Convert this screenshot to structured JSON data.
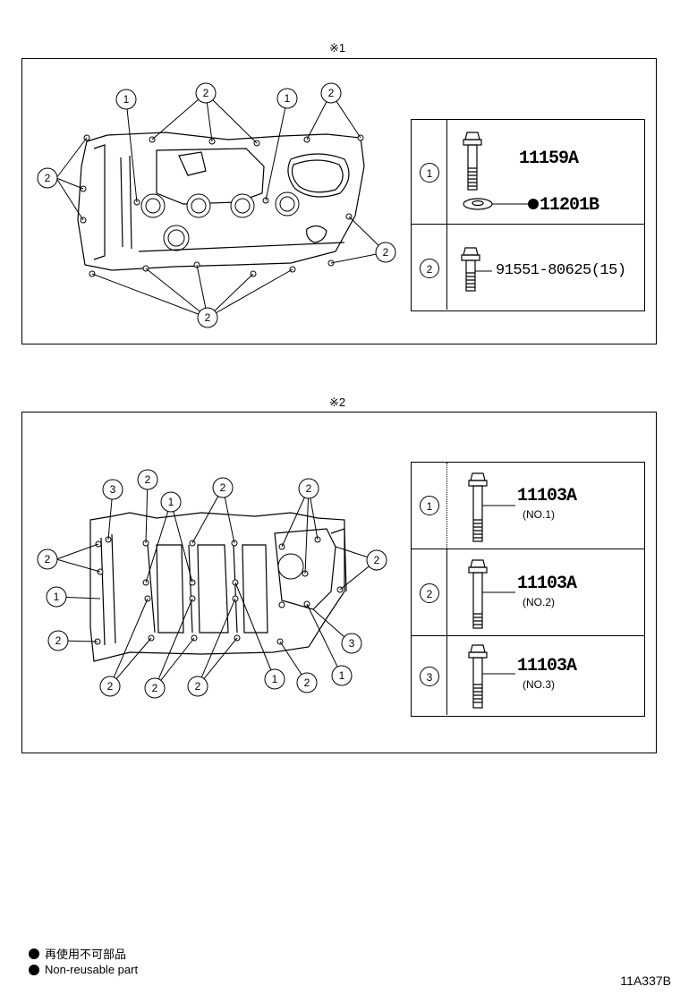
{
  "sections": [
    {
      "mark": "※1",
      "table": [
        {
          "num": "1",
          "parts": [
            {
              "no": "11159A"
            },
            {
              "no": "11201B",
              "non_reusable": true
            }
          ]
        },
        {
          "num": "2",
          "parts": [
            {
              "no": "91551-80625(15)"
            }
          ]
        }
      ]
    },
    {
      "mark": "※2",
      "table": [
        {
          "num": "1",
          "parts": [
            {
              "no": "11103A",
              "sub": "(NO.1)"
            }
          ]
        },
        {
          "num": "2",
          "parts": [
            {
              "no": "11103A",
              "sub": "(NO.2)"
            }
          ]
        },
        {
          "num": "3",
          "parts": [
            {
              "no": "11103A",
              "sub": "(NO.3)"
            }
          ]
        }
      ]
    }
  ],
  "callouts": {
    "one": "1",
    "two": "2",
    "three": "3"
  },
  "legend": {
    "jp": "再使用不可部品",
    "en": "Non-reusable part"
  },
  "illustration_code": "11A337B"
}
